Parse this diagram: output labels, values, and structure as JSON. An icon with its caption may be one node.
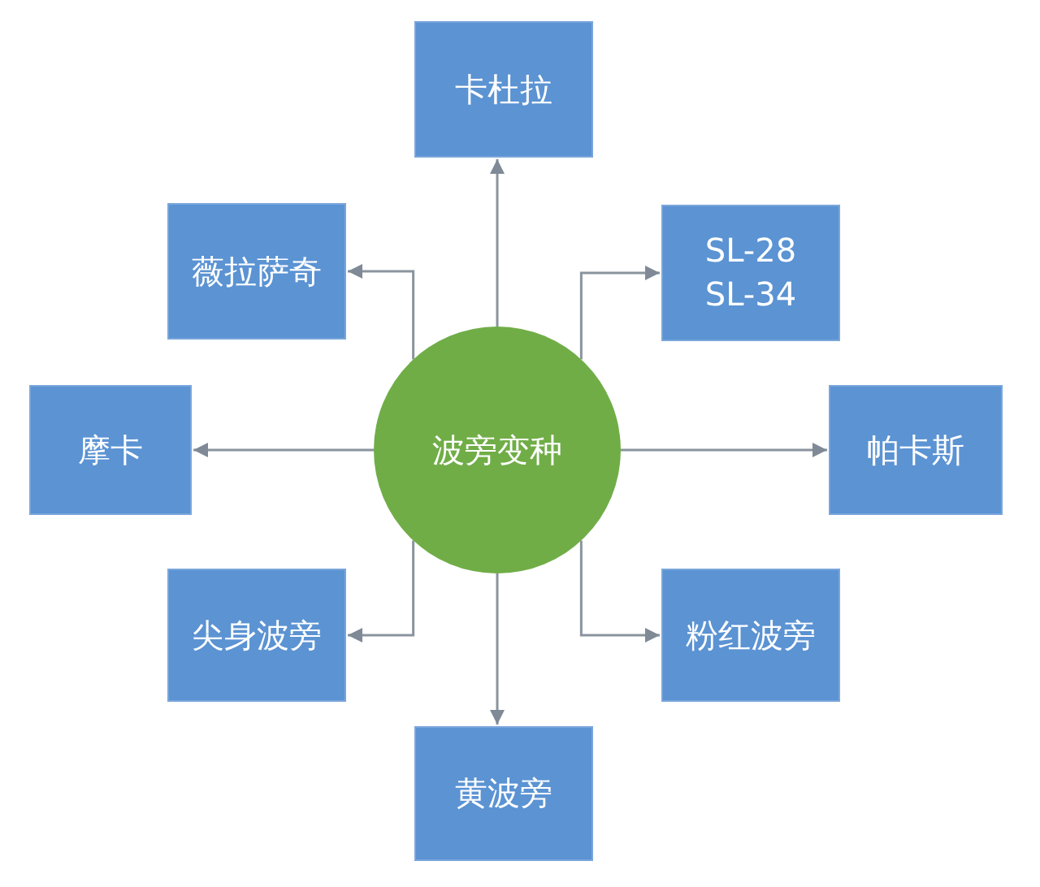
{
  "diagram": {
    "nodes": [
      {
        "text": [
          "波旁变种"
        ]
      },
      {
        "text": [
          "卡杜拉"
        ]
      },
      {
        "text": [
          "薇拉萨奇"
        ]
      },
      {
        "text": [
          "SL-28 SL-34"
        ]
      },
      {
        "text": [
          "摩卡"
        ]
      },
      {
        "text": [
          "帕卡斯"
        ]
      },
      {
        "text": [
          "尖身波旁"
        ]
      },
      {
        "text": [
          "粉红波旁"
        ]
      },
      {
        "text": [
          "黄波旁"
        ]
      }
    ],
    "edges": [
      {
        "from": 0,
        "to": 1,
        "arrow": "to"
      },
      {
        "from": 0,
        "to": 2,
        "arrow": "to"
      },
      {
        "from": 0,
        "to": 3,
        "arrow": "to"
      },
      {
        "from": 0,
        "to": 4,
        "arrow": "to"
      },
      {
        "from": 0,
        "to": 5,
        "arrow": "to"
      },
      {
        "from": 0,
        "to": 6,
        "arrow": "to"
      },
      {
        "from": 0,
        "to": 7,
        "arrow": "to"
      },
      {
        "from": 0,
        "to": 8,
        "arrow": "to"
      }
    ]
  }
}
